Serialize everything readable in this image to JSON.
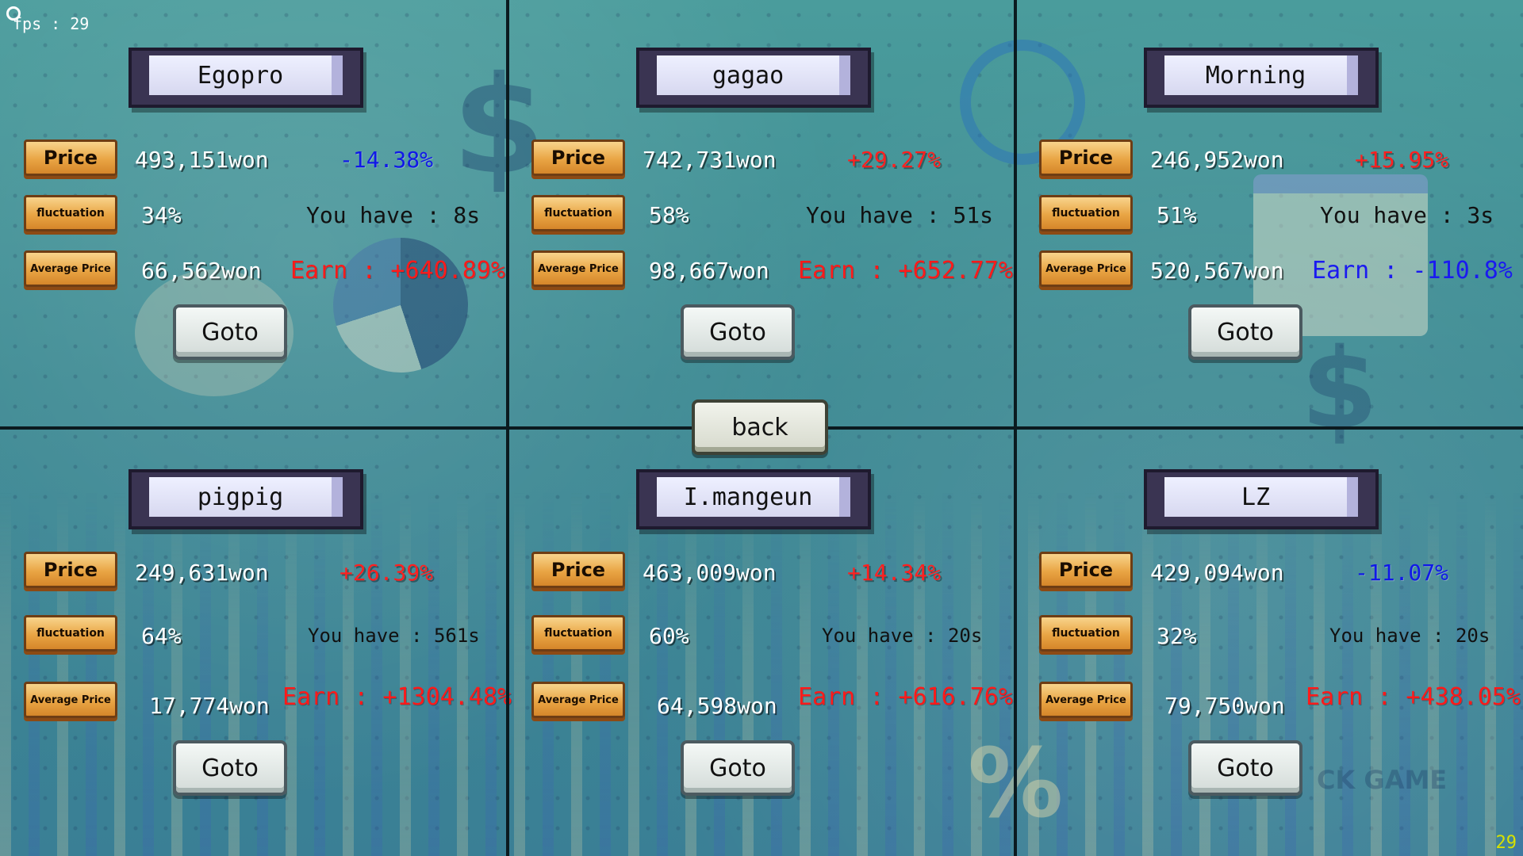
{
  "fps": {
    "label": "fps : 29",
    "corner": "29"
  },
  "labels": {
    "price": "Price",
    "fluctuation": "fluctuation",
    "average_price": "Average Price",
    "goto": "Goto"
  },
  "back": "back",
  "watermark": "CK GAME",
  "colors": {
    "up": "#ff2020",
    "down": "#1018e8",
    "badge": "#e9a544",
    "background": "#4a9c9c"
  },
  "stocks": [
    {
      "name": "Egopro",
      "price": "493,151won",
      "change": "-14.38%",
      "direction": "down",
      "fluctuation": "34%",
      "holding": "You have : 8s",
      "avg_price": "66,562won",
      "earn": "Earn : +640.89%",
      "earn_direction": "up"
    },
    {
      "name": "gagao",
      "price": "742,731won",
      "change": "+29.27%",
      "direction": "up",
      "fluctuation": "58%",
      "holding": "You have : 51s",
      "avg_price": "98,667won",
      "earn": "Earn : +652.77%",
      "earn_direction": "up"
    },
    {
      "name": "Morning",
      "price": "246,952won",
      "change": "+15.95%",
      "direction": "up",
      "fluctuation": "51%",
      "holding": "You have : 3s",
      "avg_price": "520,567won",
      "earn": "Earn : -110.8%",
      "earn_direction": "down"
    },
    {
      "name": "pigpig",
      "price": "249,631won",
      "change": "+26.39%",
      "direction": "up",
      "fluctuation": "64%",
      "holding": "You have : 561s",
      "avg_price": "17,774won",
      "earn": "Earn : +1304.48%",
      "earn_direction": "up"
    },
    {
      "name": "I.mangeun",
      "price": "463,009won",
      "change": "+14.34%",
      "direction": "up",
      "fluctuation": "60%",
      "holding": "You have : 20s",
      "avg_price": "64,598won",
      "earn": "Earn : +616.76%",
      "earn_direction": "up"
    },
    {
      "name": "LZ",
      "price": "429,094won",
      "change": "-11.07%",
      "direction": "down",
      "fluctuation": "32%",
      "holding": "You have : 20s",
      "avg_price": "79,750won",
      "earn": "Earn : +438.05%",
      "earn_direction": "up"
    }
  ]
}
